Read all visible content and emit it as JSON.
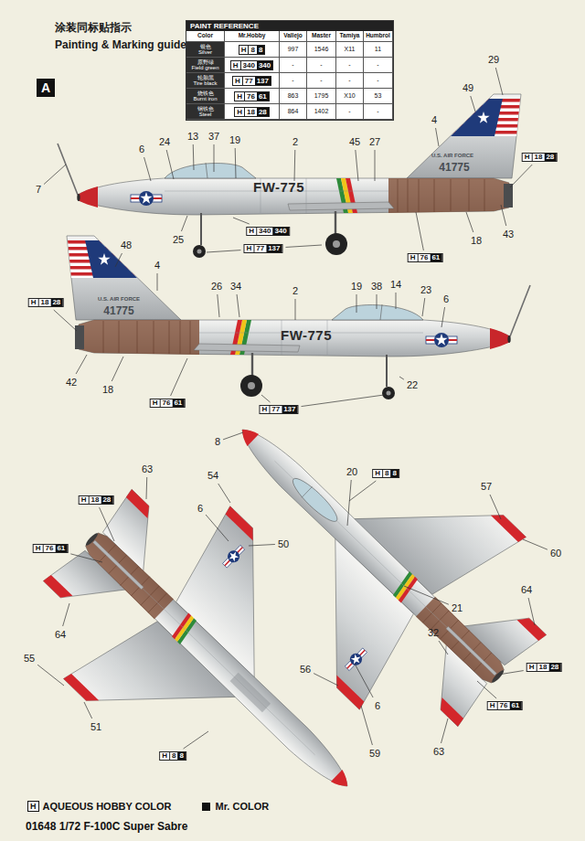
{
  "diagram": {
    "title": "涂装同标贴指示",
    "caption": "01648 1/72 F-100C Super Sabre",
    "nodes": [
      {
        "text": [
          "A"
        ]
      }
    ],
    "labels": [
      "Painting & Marking guide",
      "PAINT REFERENCE",
      "Color",
      "Mr.Hobby",
      "Vallejo",
      "Master",
      "Tamiya",
      "Humbrol",
      "银色",
      "Silver",
      "H",
      "8",
      "8",
      "997",
      "1546",
      "X11",
      "11",
      "原野绿",
      "Field green",
      "H",
      "340",
      "340",
      "-",
      "-",
      "-",
      "-",
      "轮胎黑",
      "Tire black",
      "H",
      "77",
      "137",
      "-",
      "-",
      "-",
      "-",
      "烧铁色",
      "Burnt iron",
      "H",
      "76",
      "61",
      "863",
      "1795",
      "X10",
      "53",
      "钢铁色",
      "Steel",
      "H",
      "18",
      "28",
      "864",
      "1402",
      "-",
      "-",
      "FW-775",
      "41775",
      "U.S. AIR FORCE",
      "6",
      "24",
      "13",
      "37",
      "19",
      "2",
      "45",
      "27",
      "4",
      "49",
      "29",
      "7",
      "25",
      "18",
      "43",
      "H",
      "18",
      "28",
      "H",
      "340",
      "340",
      "H",
      "77",
      "137",
      "H",
      "76",
      "61",
      "FW-775",
      "41775",
      "U.S. AIR FORCE",
      "48",
      "4",
      "26",
      "34",
      "2",
      "19",
      "38",
      "14",
      "23",
      "6",
      "42",
      "18",
      "22",
      "H",
      "18",
      "28",
      "H",
      "76",
      "61",
      "H",
      "77",
      "137",
      "63",
      "54",
      "6",
      "50",
      "64",
      "55",
      "51",
      "H",
      "18",
      "28",
      "H",
      "76",
      "61",
      "H",
      "8",
      "8",
      "8",
      "20",
      "57",
      "60",
      "21",
      "64",
      "32",
      "56",
      "6",
      "59",
      "63",
      "H",
      "8",
      "8",
      "H",
      "18",
      "28",
      "H",
      "76",
      "61",
      "H"
    ],
    "legend": [
      {
        "text": "AQUEOUS HOBBY COLOR"
      },
      {
        "text": "Mr. COLOR"
      }
    ]
  }
}
